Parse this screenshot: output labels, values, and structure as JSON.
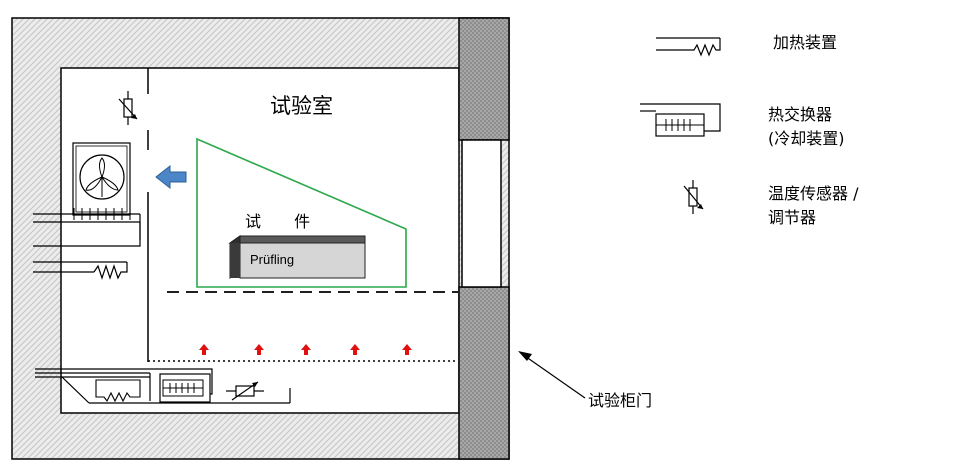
{
  "labels": {
    "test_chamber": "试验室",
    "specimen": "试 件",
    "specimen_box": "Prüfling",
    "cabinet_door": "试验柜门"
  },
  "legend": {
    "heater": "加热装置",
    "heat_exchanger_line1": "热交换器",
    "heat_exchanger_line2": "(冷却装置)",
    "sensor_line1": "温度传感器 /",
    "sensor_line2": "调节器"
  },
  "colors": {
    "wall_fill": "#ececec",
    "wall_hatch": "#c4c4c4",
    "door_fill": "#a8a8a8",
    "airflow_outline": "#2aa84a",
    "airflow_arrow": "#4a86c8",
    "heat_arrow": "#e01010",
    "specimen_top": "#5a5a5a",
    "specimen_front": "#d6d6d6",
    "specimen_side": "#2e2e2e"
  }
}
